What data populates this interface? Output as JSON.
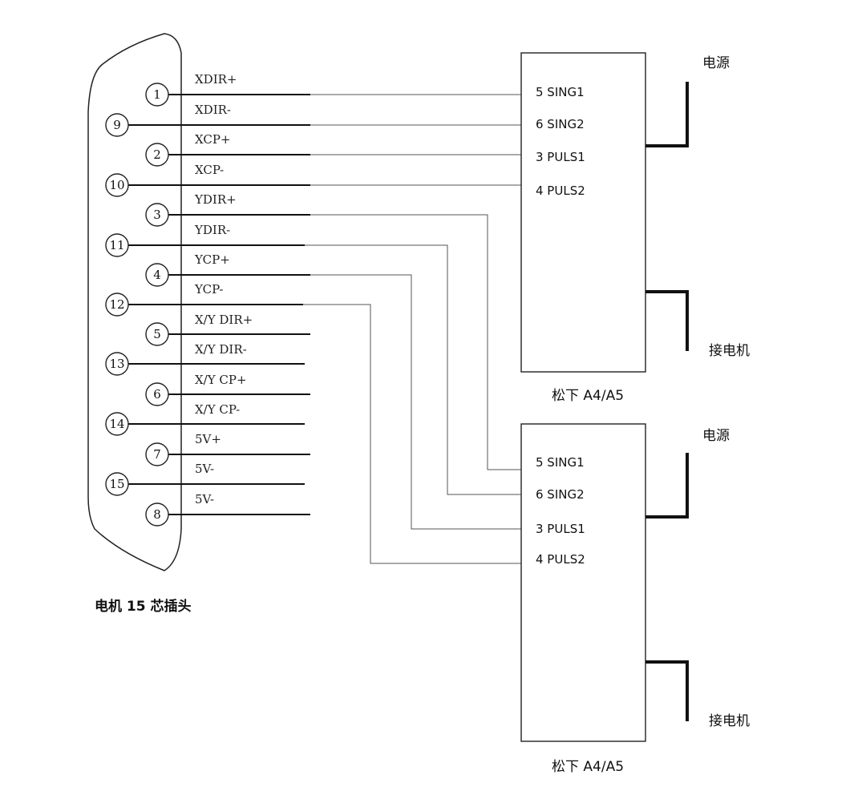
{
  "connector": {
    "title": "电机 15 芯插头",
    "pins": [
      {
        "num": "1",
        "signal": "XDIR+"
      },
      {
        "num": "9",
        "signal": "XDIR-"
      },
      {
        "num": "2",
        "signal": "XCP+"
      },
      {
        "num": "10",
        "signal": "XCP-"
      },
      {
        "num": "3",
        "signal": "YDIR+"
      },
      {
        "num": "11",
        "signal": "YDIR-"
      },
      {
        "num": "4",
        "signal": "YCP+"
      },
      {
        "num": "12",
        "signal": "YCP-"
      },
      {
        "num": "5",
        "signal": "X/Y DIR+"
      },
      {
        "num": "13",
        "signal": "X/Y DIR-"
      },
      {
        "num": "6",
        "signal": "X/Y CP+"
      },
      {
        "num": "14",
        "signal": "X/Y CP-"
      },
      {
        "num": "7",
        "signal": "5V+"
      },
      {
        "num": "15",
        "signal": "5V-"
      },
      {
        "num": "8",
        "signal": "5V-"
      }
    ]
  },
  "drivers": [
    {
      "name": "松下 A4/A5",
      "terminals": [
        "5 SING1",
        "6 SING2",
        "3 PULS1",
        "4 PULS2"
      ],
      "power_label": "电源",
      "motor_label": "接电机"
    },
    {
      "name": "松下 A4/A5",
      "terminals": [
        "5 SING1",
        "6 SING2",
        "3 PULS1",
        "4 PULS2"
      ],
      "power_label": "电源",
      "motor_label": "接电机"
    }
  ]
}
